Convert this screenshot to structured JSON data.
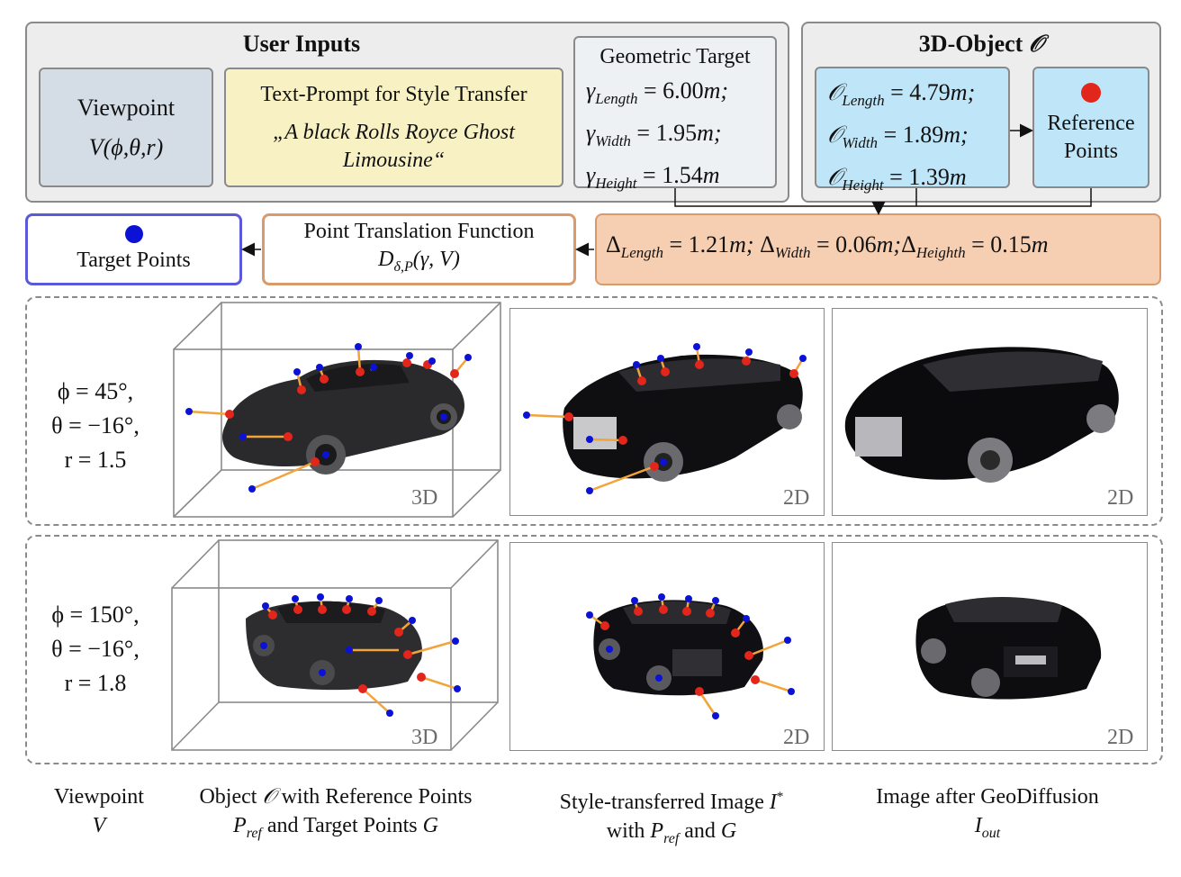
{
  "user_inputs": {
    "title": "User Inputs",
    "viewpoint": {
      "title": "Viewpoint",
      "formula": "V(ϕ,θ,r)"
    },
    "text_prompt": {
      "title": "Text-Prompt for Style Transfer",
      "line1": "„A black Rolls Royce Ghost",
      "line2": "Limousine“"
    },
    "geometric_target": {
      "title": "Geometric Target",
      "rows": [
        {
          "sym": "γ",
          "sub": "Length",
          "value": "= 6.00",
          "unit": "m;"
        },
        {
          "sym": "γ",
          "sub": "Width",
          "value": "= 1.95",
          "unit": "m;"
        },
        {
          "sym": "γ",
          "sub": "Height",
          "value": "= 1.54",
          "unit": "m"
        }
      ]
    }
  },
  "object_3d": {
    "title_prefix": "3D-Object",
    "title_symbol": "𝒪",
    "rows": [
      {
        "sym": "𝒪",
        "sub": "Length",
        "value": "= 4.79",
        "unit": "m;"
      },
      {
        "sym": "𝒪",
        "sub": "Width",
        "value": "= 1.89",
        "unit": "m;"
      },
      {
        "sym": "𝒪",
        "sub": "Height",
        "value": "= 1.39",
        "unit": "m"
      }
    ],
    "reference_points": {
      "line1": "Reference",
      "line2": "Points"
    }
  },
  "delta_box": {
    "items": [
      {
        "sub": "Length",
        "value": "= 1.21",
        "unit": "m;"
      },
      {
        "sub": "Width",
        "value": "= 0.06",
        "unit": "m;"
      },
      {
        "sub": "Heighth",
        "value": "= 0.15",
        "unit": "m"
      }
    ]
  },
  "translation": {
    "title": "Point Translation Function",
    "formula_main": "D",
    "formula_sub": "δ,P",
    "formula_args": "(γ, V)"
  },
  "target_points": {
    "label": "Target Points"
  },
  "rows": [
    {
      "params": [
        "ϕ = 45°,",
        "θ = −16°,",
        "r = 1.5"
      ],
      "tags": [
        "3D",
        "2D",
        "2D"
      ]
    },
    {
      "params": [
        "ϕ = 150°,",
        "θ = −16°,",
        "r = 1.8"
      ],
      "tags": [
        "3D",
        "2D",
        "2D"
      ]
    }
  ],
  "captions": {
    "viewpoint": {
      "line1": "Viewpoint",
      "line2": "V"
    },
    "object": {
      "line1_a": "Object",
      "line1_sym": "𝒪",
      "line1_b": "with Reference Points",
      "line2_a": "P",
      "line2_sub": "ref",
      "line2_b": "and Target Points",
      "line2_c": "G"
    },
    "style": {
      "line1_a": "Style-transferred Image",
      "line1_sym": "I",
      "line1_sup": "*",
      "line2_a": "with",
      "line2_b": "P",
      "line2_sub": "ref",
      "line2_c": "and",
      "line2_d": "G"
    },
    "geo": {
      "line1": "Image after GeoDiffusion",
      "line2_main": "I",
      "line2_sub": "out"
    }
  },
  "colors": {
    "viewpoint_fill": "#d4dde6",
    "prompt_fill": "#f8f1c3",
    "geo_fill": "#edf1f4",
    "object_fill": "#bfe6f8",
    "delta_fill": "#f6cfb2",
    "delta_border": "#d99a6c",
    "target_border": "#5a5ad8",
    "ref_dot": "#e3261b",
    "target_dot": "#0b12d6",
    "orange_line": "#f2a33a"
  }
}
